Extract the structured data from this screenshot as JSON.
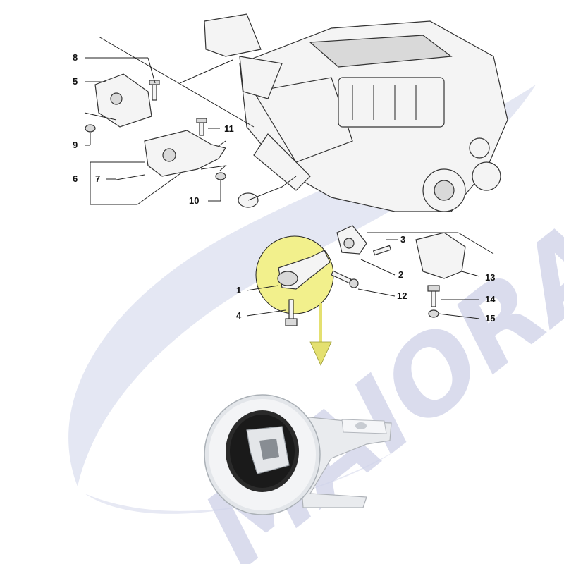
{
  "watermark": {
    "text": "MAIORAM",
    "color": "#c9cde6"
  },
  "highlight": {
    "color": "#f2f08c",
    "arrow_color": "#e4e070"
  },
  "callouts": {
    "c1": "1",
    "c2": "2",
    "c3": "3",
    "c4": "4",
    "c5": "5",
    "c6": "6",
    "c7": "7",
    "c8": "8",
    "c9": "9",
    "c10": "10",
    "c11": "11",
    "c12": "12",
    "c13": "13",
    "c14": "14",
    "c15": "15"
  },
  "icons": {
    "engine": "engine-assembly-drawing-icon",
    "mount": "engine-mount-photo-icon"
  }
}
